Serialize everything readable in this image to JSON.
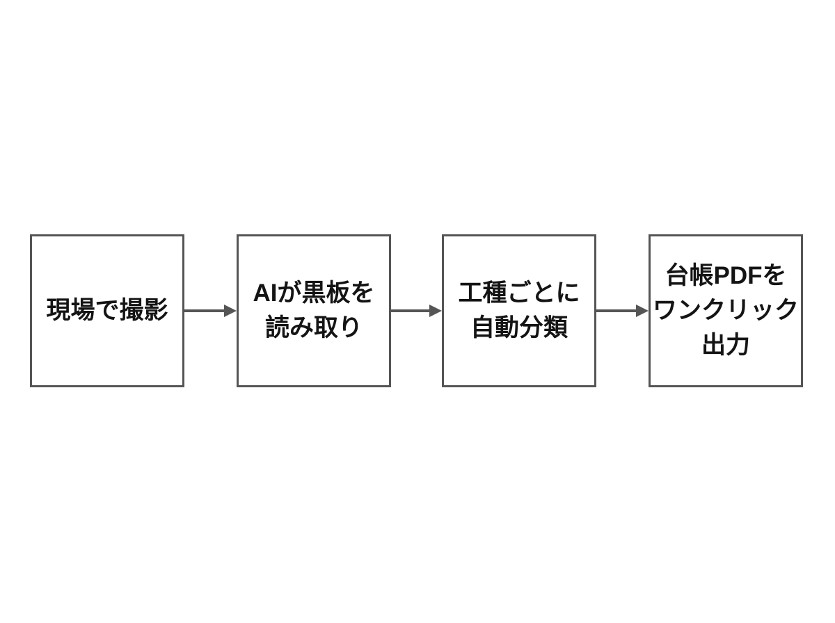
{
  "diagram": {
    "type": "flowchart",
    "direction": "left-to-right",
    "colors": {
      "background": "#ffffff",
      "box_fill": "#ffffff",
      "box_border": "#555555",
      "arrow": "#555555",
      "text": "#141414"
    },
    "steps": [
      {
        "id": 1,
        "label": "現場で撮影"
      },
      {
        "id": 2,
        "label": "AIが黒板を\n読み取り"
      },
      {
        "id": 3,
        "label": "工種ごとに\n自動分類"
      },
      {
        "id": 4,
        "label": "台帳PDFを\nワンクリック\n出力"
      }
    ],
    "arrows": [
      {
        "from": 1,
        "to": 2,
        "direction": "right"
      },
      {
        "from": 2,
        "to": 3,
        "direction": "right"
      },
      {
        "from": 3,
        "to": 4,
        "direction": "right"
      }
    ]
  }
}
